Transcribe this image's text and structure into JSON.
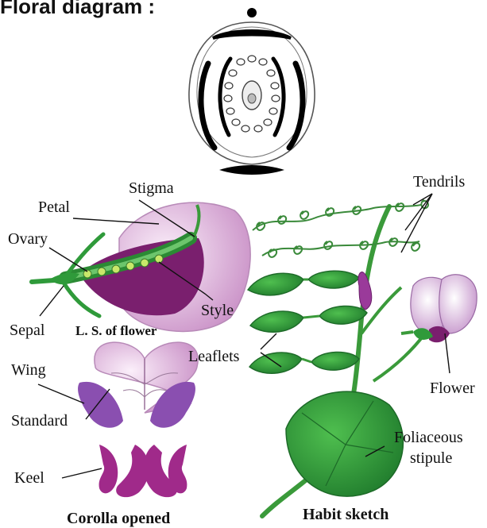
{
  "title": "Floral diagram :",
  "labels": {
    "stigma": "Stigma",
    "petal": "Petal",
    "ovary": "Ovary",
    "style": "Style",
    "sepal": "Sepal",
    "ls_flower": "L. S. of flower",
    "tendrils": "Tendrils",
    "leaflets": "Leaflets",
    "flower": "Flower",
    "wing": "Wing",
    "standard": "Standard",
    "keel": "Keel",
    "foliaceous": "Foliaceous",
    "stipule": "stipule",
    "corolla_opened": "Corolla opened",
    "habit_sketch": "Habit sketch"
  },
  "colors": {
    "leaf_green": "#2f9a3a",
    "leaf_dark": "#1f6e2a",
    "petal_pink": "#e9c6e6",
    "petal_purple": "#7a1f6e",
    "wing_violet": "#8a4fb0",
    "keel_magenta": "#a02a8a"
  },
  "icons": [
    "floral-diagram",
    "mother-axis-dot",
    "ls-flower-illustration",
    "pea-plant-illustration",
    "corolla-parts-illustration"
  ]
}
